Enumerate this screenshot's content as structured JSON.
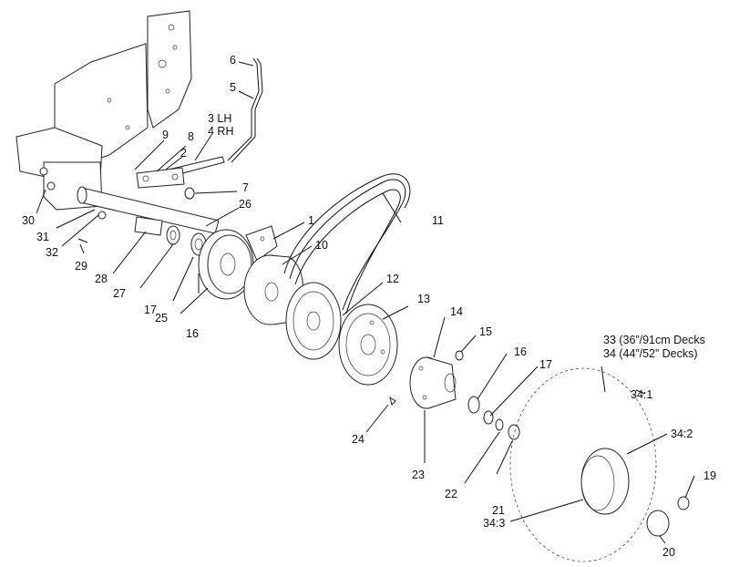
{
  "callouts": {
    "c1": "1",
    "c2": "2",
    "c3": "3 LH",
    "c4": "4 RH",
    "c5": "5",
    "c6": "6",
    "c7": "7",
    "c8": "8",
    "c9": "9",
    "c10": "10",
    "c11": "11",
    "c12": "12",
    "c13": "13",
    "c14": "14",
    "c15": "15",
    "c16a": "16",
    "c16b": "16",
    "c17a": "17",
    "c17b": "17",
    "c19": "19",
    "c20": "20",
    "c21": "21",
    "c22": "22",
    "c23": "23",
    "c24": "24",
    "c25": "25",
    "c26": "26",
    "c27": "27",
    "c28": "28",
    "c29": "29",
    "c30": "30",
    "c31": "31",
    "c32": "32",
    "c33": "33 (36”/91cm Decks",
    "c34": "34 (44”/52” Decks)",
    "c341": "34:1",
    "c342": "34:2",
    "c343": "34:3"
  },
  "colors": {
    "line": "#111111",
    "background": "#ffffff"
  }
}
